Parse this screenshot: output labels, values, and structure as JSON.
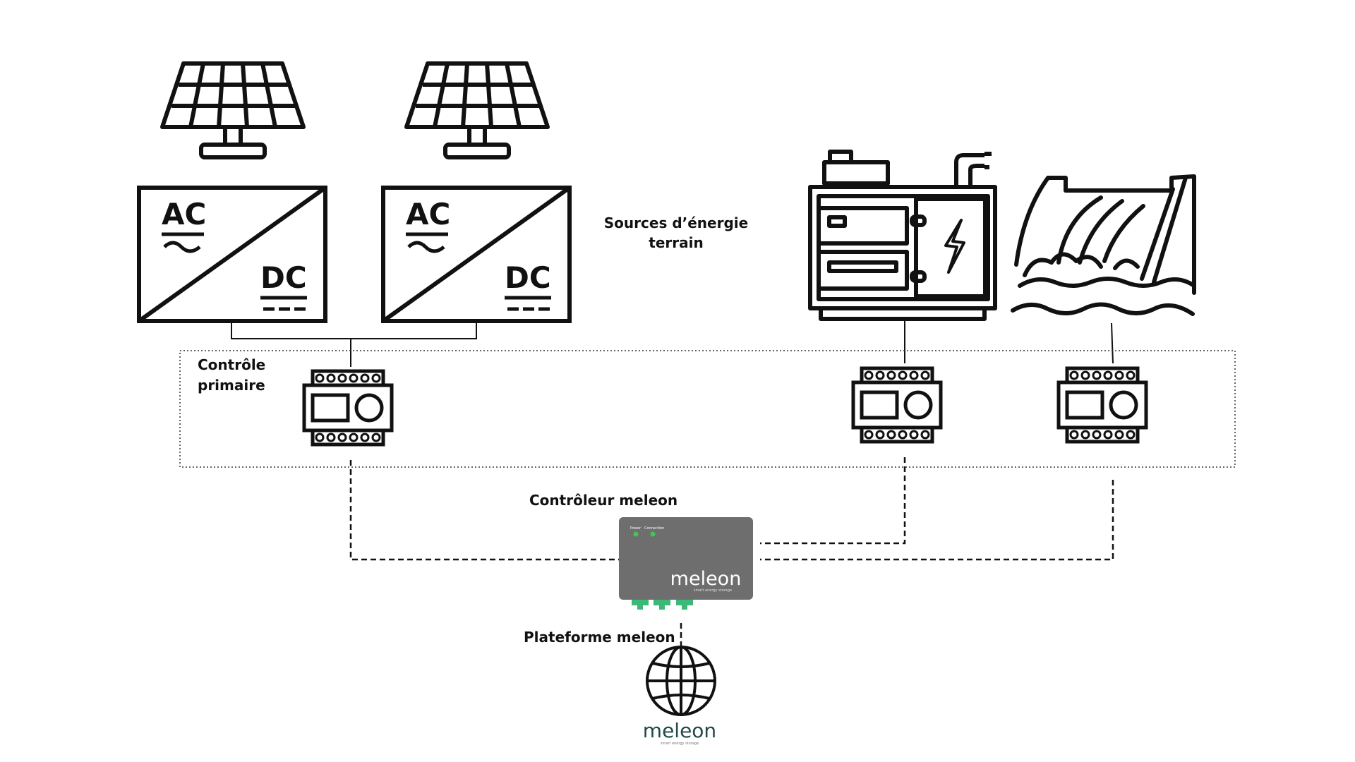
{
  "labels": {
    "sources_line1": "Sources d’énergie",
    "sources_line2": "terrain",
    "primary_line1": "Contrôle",
    "primary_line2": "primaire",
    "controller": "Contrôleur meleon",
    "platform": "Plateforme meleon"
  },
  "inverter": {
    "ac": "AC",
    "dc": "DC"
  },
  "controller_device": {
    "led_power": "Power",
    "led_connection": "Connection",
    "brand": "meleon",
    "tagline": "smart energy storage"
  },
  "platform_logo": {
    "brand": "meleon",
    "tagline": "smart energy storage"
  },
  "colors": {
    "ink": "#111111",
    "device_body": "#6e6e6e",
    "led_green": "#45c25a",
    "connector_green": "#3cb878",
    "brand_teal": "#1f4a47"
  },
  "icons": [
    "solar-panel-icon",
    "inverter-icon",
    "generator-icon",
    "hydro-dam-icon",
    "din-rail-controller-icon",
    "globe-icon"
  ]
}
